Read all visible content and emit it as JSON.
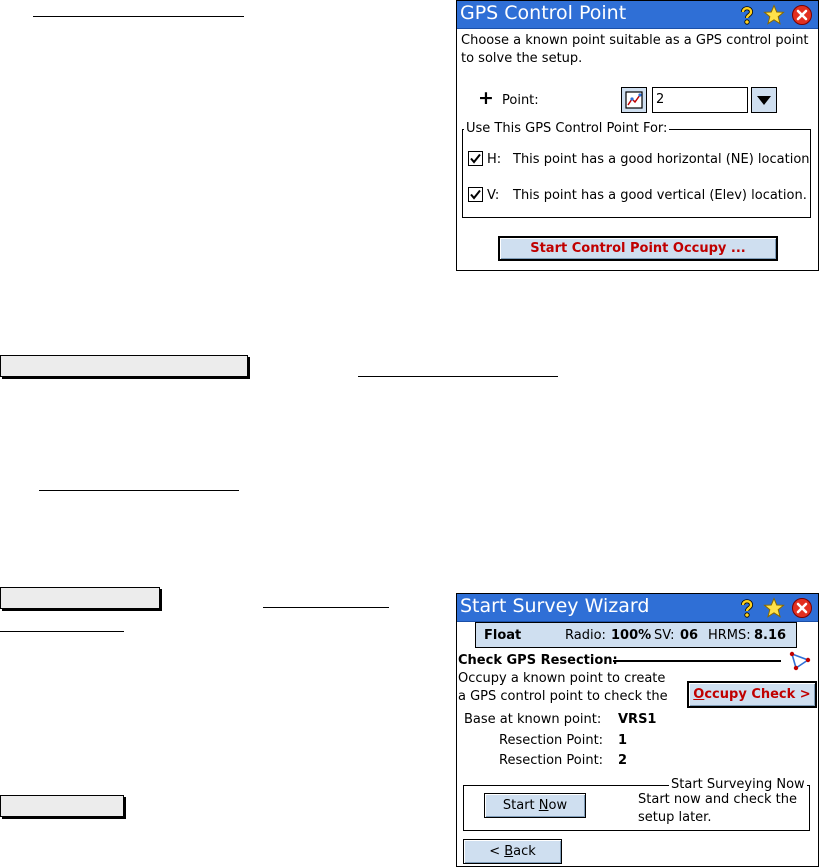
{
  "gps_control_point": {
    "title": "GPS Control Point",
    "description_line1": "Choose a known point suitable as a GPS control point",
    "description_line2": "to solve the setup.",
    "point_label": "Point:",
    "point_value": "2",
    "group_legend": "Use This GPS Control Point For:",
    "h_key": "H:",
    "h_text": "This point has a good horizontal (NE) location",
    "h_checked": true,
    "v_key": "V:",
    "v_text": "This point has a good vertical (Elev) location.",
    "v_checked": true,
    "start_button": "Start Control Point Occupy ..."
  },
  "start_survey_wizard": {
    "title": "Start Survey Wizard",
    "status": {
      "solution": "Float",
      "radio_label": "Radio:",
      "radio_value": "100%",
      "sv_label": "SV:",
      "sv_value": "06",
      "hrms_label": "HRMS:",
      "hrms_value": "8.16"
    },
    "section_title": "Check GPS Resection:",
    "desc_line1": "Occupy a known point to create",
    "desc_line2": "a GPS control point to check the",
    "occupy_button": "Occupy Check >",
    "occupy_accel": "O",
    "occupy_rest": "ccupy Check >",
    "base_label": "Base at known point:",
    "base_value": "VRS1",
    "resection_rows": [
      {
        "label": "Resection Point:",
        "value": "1"
      },
      {
        "label": "Resection Point:",
        "value": "2"
      }
    ],
    "group_legend": "Start Surveying Now",
    "start_now_pre": "Start ",
    "start_now_accel": "N",
    "start_now_post": "ow",
    "start_note_line1": "Start now and check the",
    "start_note_line2": "setup later.",
    "back_pre": "< ",
    "back_accel": "B",
    "back_post": "ack"
  },
  "colors": {
    "titlebar": "#2f6fd6",
    "button_face": "#cfdff0",
    "accent_red": "#c00000"
  }
}
